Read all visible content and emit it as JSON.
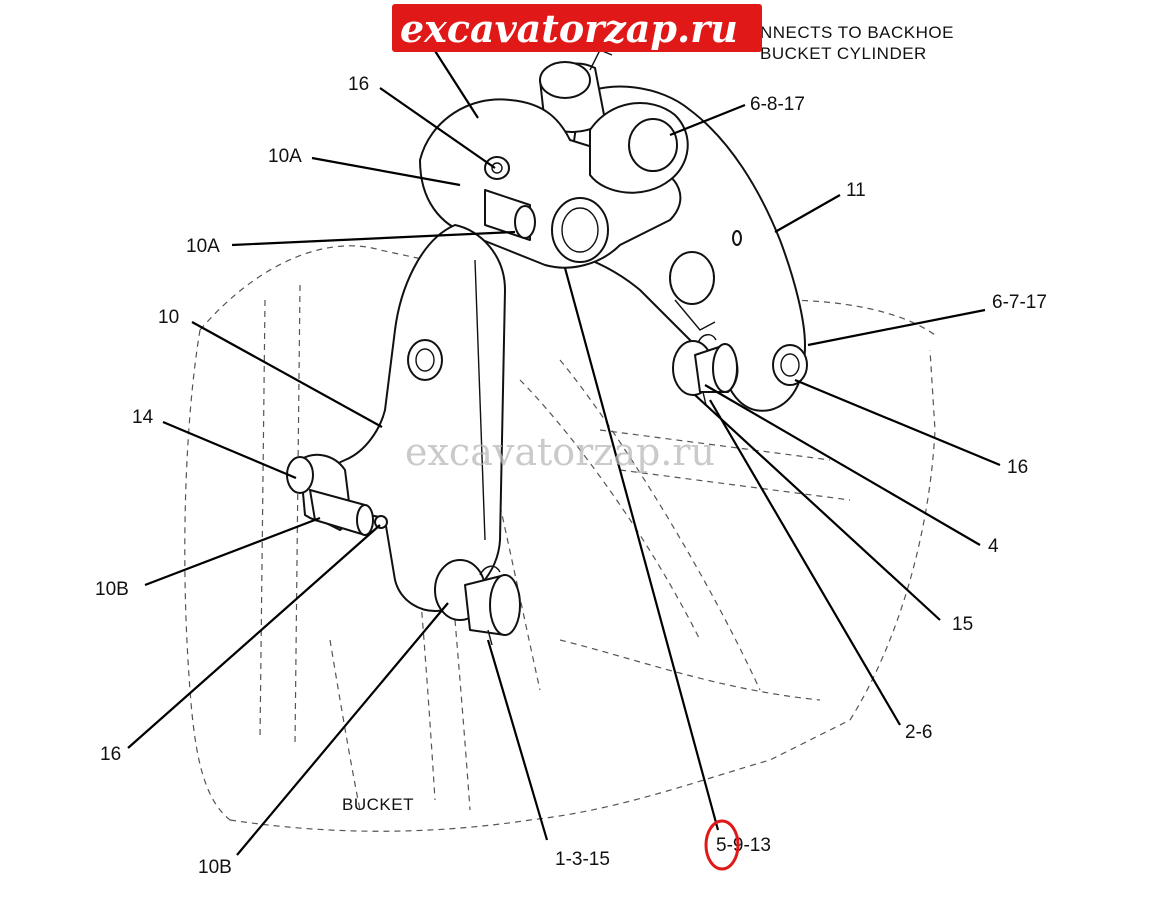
{
  "logo": {
    "text": "excavatorzap.ru",
    "color": "#e01818"
  },
  "watermark": {
    "text": "excavatorzap.ru"
  },
  "notes": {
    "connects_line1": "NNECTS TO BACKHOE",
    "connects_line2": "BUCKET CYLINDER",
    "bucket": "BUCKET"
  },
  "callouts": [
    {
      "id": "c16a",
      "text": "16"
    },
    {
      "id": "c6817",
      "text": "6-8-17"
    },
    {
      "id": "c10a1",
      "text": "10A"
    },
    {
      "id": "c11",
      "text": "11"
    },
    {
      "id": "c10a2",
      "text": "10A"
    },
    {
      "id": "c6717",
      "text": "6-7-17"
    },
    {
      "id": "c10",
      "text": "10"
    },
    {
      "id": "c14",
      "text": "14"
    },
    {
      "id": "c16b",
      "text": "16"
    },
    {
      "id": "c4",
      "text": "4"
    },
    {
      "id": "c10b1",
      "text": "10B"
    },
    {
      "id": "c15",
      "text": "15"
    },
    {
      "id": "c16c",
      "text": "16"
    },
    {
      "id": "c26",
      "text": "2-6"
    },
    {
      "id": "c10b2",
      "text": "10B"
    },
    {
      "id": "c1315",
      "text": "1-3-15"
    },
    {
      "id": "c5913",
      "text": "5-9-13"
    }
  ],
  "highlight": {
    "color": "#e01818",
    "target": "5"
  }
}
